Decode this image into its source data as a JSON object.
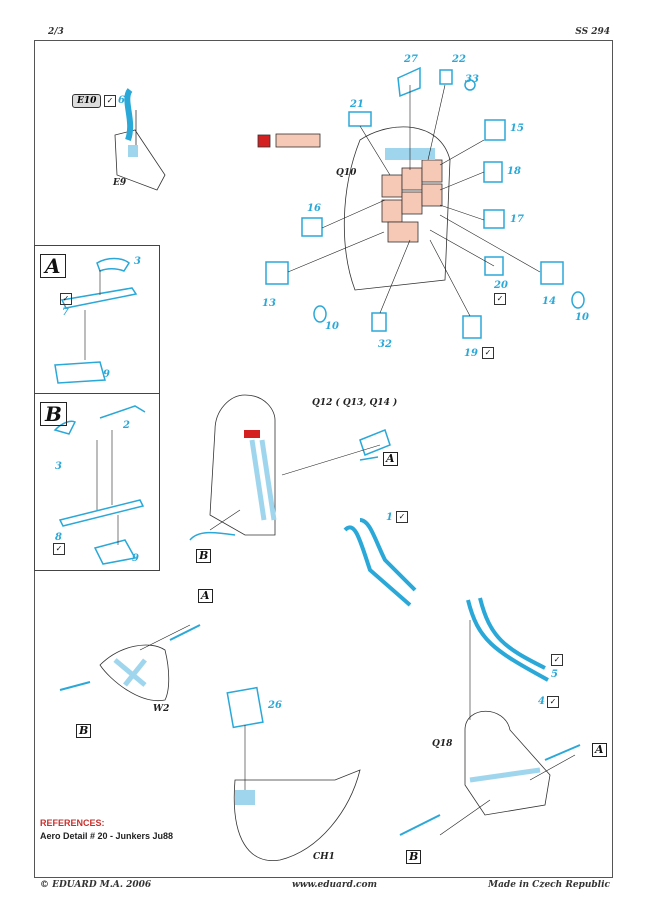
{
  "header": {
    "page": "2/3",
    "code": "SS 294"
  },
  "footer": {
    "copyright": "© EDUARD  M.A. 2006",
    "url": "www.eduard.com",
    "origin": "Made in Czech Republic"
  },
  "references": {
    "title": "REFERENCES:",
    "item": "Aero Detail # 20 - Junkers Ju88"
  },
  "badge": "E10",
  "check": "✓",
  "steps": {
    "a": "A",
    "b": "B"
  },
  "labels": {
    "p6": "6",
    "e9": "E9",
    "p27": "27",
    "p22": "22",
    "p33": "33",
    "p21": "21",
    "p15": "15",
    "q10": "Q10",
    "p18": "18",
    "p16": "16",
    "p17": "17",
    "p13": "13",
    "p10a": "10",
    "p20": "20",
    "p14": "14",
    "p10b": "10",
    "p32": "32",
    "p19": "19",
    "a3": "3",
    "a7": "7",
    "a9": "9",
    "b2": "2",
    "b3": "3",
    "b8": "8",
    "b9": "9",
    "q12": "Q12 ( Q13, Q14 )",
    "p1": "1",
    "w2": "W2",
    "p26": "26",
    "p5": "5",
    "p4": "4",
    "q18": "Q18",
    "ch1": "CH1"
  },
  "colors": {
    "etch": "#2aa8d8",
    "paint": "#f6c8b6",
    "accent": "#d42020"
  }
}
